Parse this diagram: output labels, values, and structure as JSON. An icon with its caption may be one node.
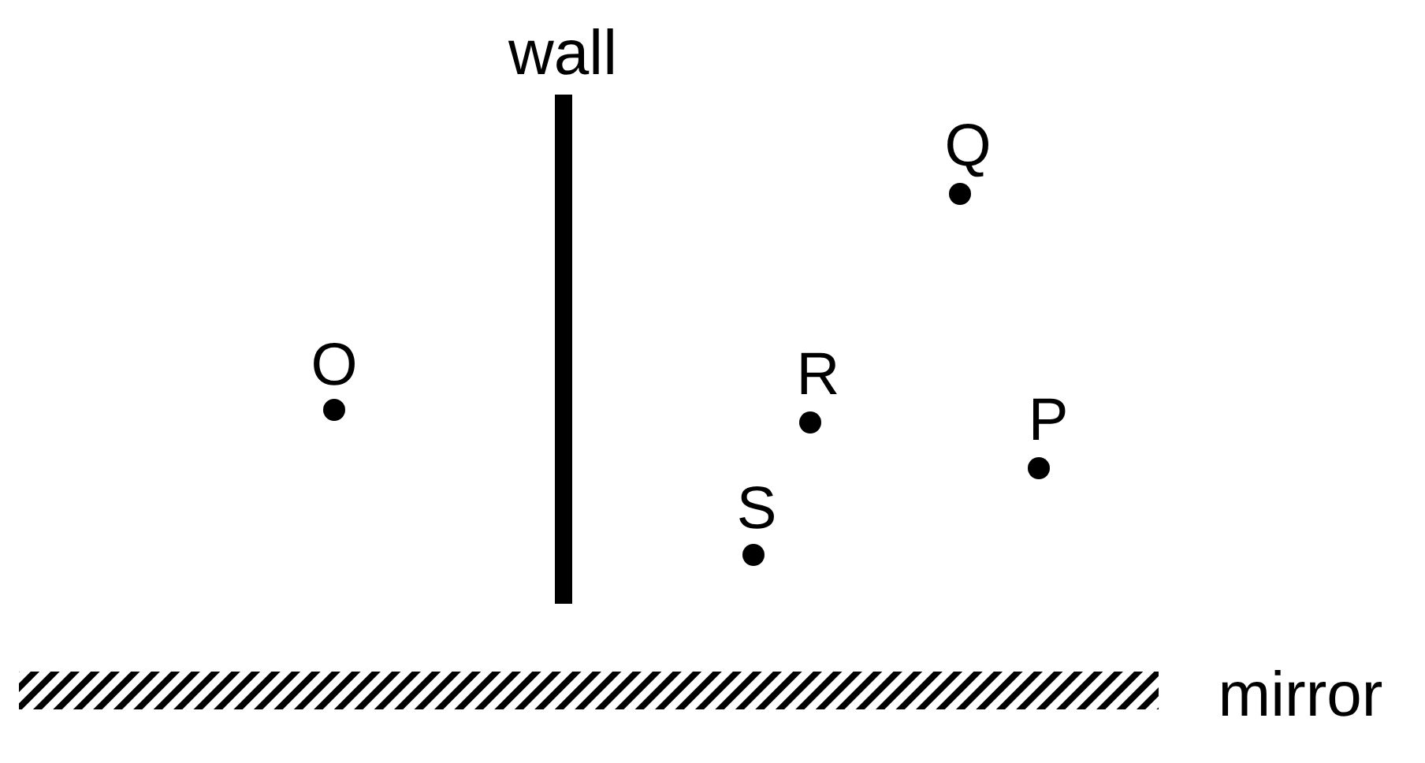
{
  "diagram": {
    "labels": [
      "wall",
      "Q",
      "O",
      "R",
      "P",
      "S",
      "mirror"
    ]
  }
}
